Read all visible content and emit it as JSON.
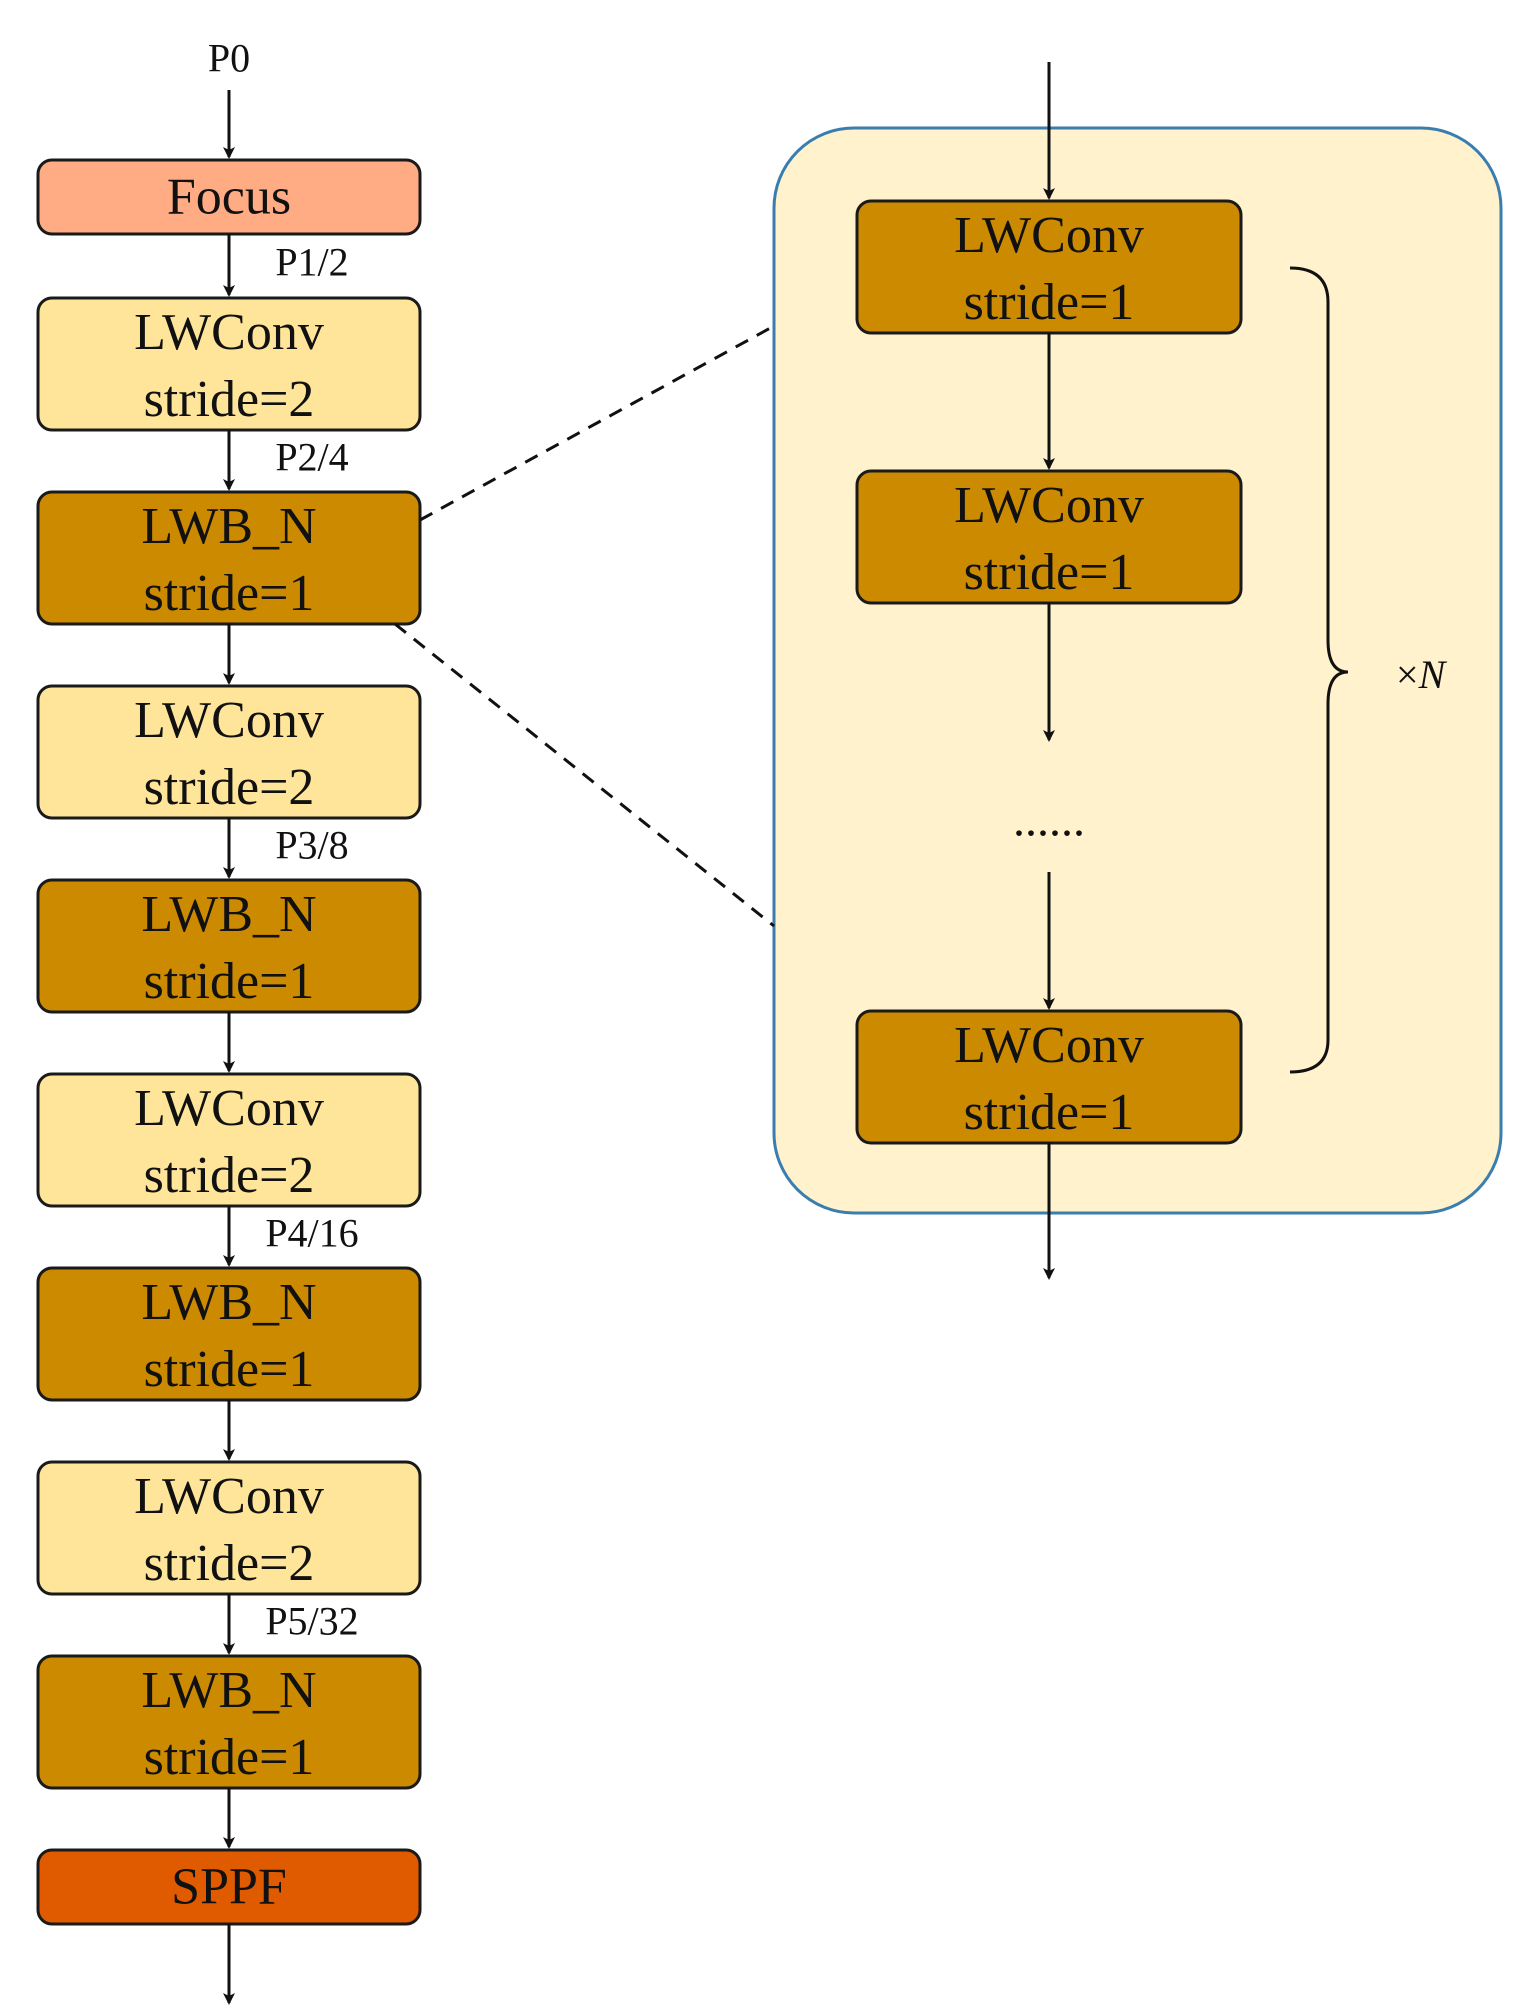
{
  "colors": {
    "focus": "#FFAB84",
    "lwconv_stride2": "#FFE59A",
    "lwb_n": "#CC8A00",
    "sppf": "#E05A00",
    "expanded_panel_fill": "#FFF2CC",
    "expanded_panel_border": "#3A7EB0",
    "block_border": "#1A1A1A"
  },
  "backbone": {
    "input_label": "P0",
    "blocks": [
      {
        "id": "focus",
        "lines": [
          "Focus"
        ],
        "color": "#FFAB84"
      },
      {
        "id": "lwconv-1",
        "lines": [
          "LWConv",
          "stride=2"
        ],
        "color": "#FFE59A"
      },
      {
        "id": "lwb-n-1",
        "lines": [
          "LWB_N",
          "stride=1"
        ],
        "color": "#CC8A00"
      },
      {
        "id": "lwconv-2",
        "lines": [
          "LWConv",
          "stride=2"
        ],
        "color": "#FFE59A"
      },
      {
        "id": "lwb-n-2",
        "lines": [
          "LWB_N",
          "stride=1"
        ],
        "color": "#CC8A00"
      },
      {
        "id": "lwconv-3",
        "lines": [
          "LWConv",
          "stride=2"
        ],
        "color": "#FFE59A"
      },
      {
        "id": "lwb-n-3",
        "lines": [
          "LWB_N",
          "stride=1"
        ],
        "color": "#CC8A00"
      },
      {
        "id": "lwconv-4",
        "lines": [
          "LWConv",
          "stride=2"
        ],
        "color": "#FFE59A"
      },
      {
        "id": "lwb-n-4",
        "lines": [
          "LWB_N",
          "stride=1"
        ],
        "color": "#CC8A00"
      },
      {
        "id": "sppf",
        "lines": [
          "SPPF"
        ],
        "color": "#E05A00"
      }
    ],
    "connector_labels": [
      "P1/2",
      "P2/4",
      "",
      "P3/8",
      "",
      "P4/16",
      "",
      "P5/32",
      ""
    ]
  },
  "expanded": {
    "blocks": [
      {
        "id": "inner-lwconv-1",
        "lines": [
          "LWConv",
          "stride=1"
        ],
        "color": "#CC8A00"
      },
      {
        "id": "inner-lwconv-2",
        "lines": [
          "LWConv",
          "stride=1"
        ],
        "color": "#CC8A00"
      },
      {
        "id": "inner-lwconv-n",
        "lines": [
          "LWConv",
          "stride=1"
        ],
        "color": "#CC8A00"
      }
    ],
    "ellipsis": "......",
    "repeat_prefix": "×",
    "repeat_var": "N"
  }
}
